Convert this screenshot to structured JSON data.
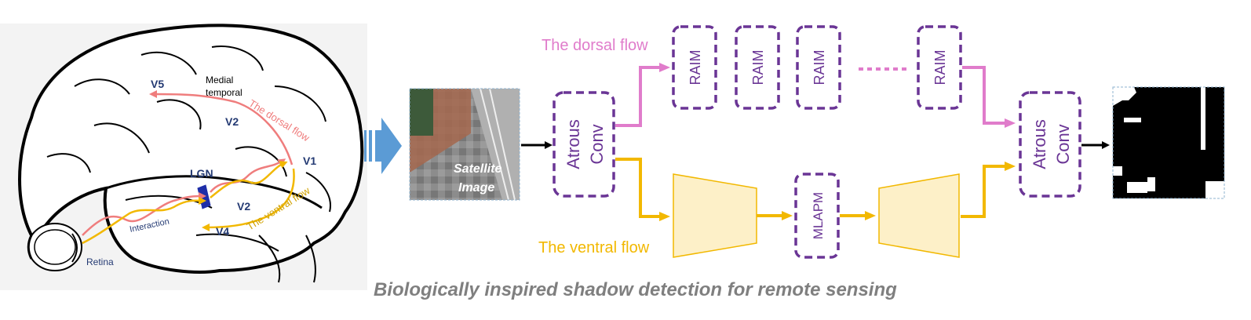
{
  "brain_panel": {
    "labels": {
      "v5": "V5",
      "medial_temporal": [
        "Medial",
        "temporal"
      ],
      "v2_top": "V2",
      "dorsal_flow": "The dorsal flow",
      "v1": "V1",
      "lgn": "LGN",
      "v2_bottom": "V2",
      "ventral_flow": "The ventral flow",
      "v4": "V4",
      "interaction": "Interaction",
      "retina": "Retina"
    }
  },
  "pipeline": {
    "input_label": [
      "Satellite",
      "Image"
    ],
    "dorsal_label": "The dorsal flow",
    "ventral_label": "The ventral flow",
    "atrous_left": [
      "Atrous",
      "Conv"
    ],
    "atrous_right": [
      "Atrous",
      "Conv"
    ],
    "raim_blocks": [
      "RAIM",
      "RAIM",
      "RAIM",
      "RAIM"
    ],
    "mlapm": "MLAPM"
  },
  "caption": "Biologically inspired shadow detection for remote sensing",
  "colors": {
    "dorsal": "#e07ccb",
    "ventral": "#f2b800",
    "block_border": "#6a3595",
    "brain_dorsal_arrow": "#ef7d7d",
    "brain_ventral_arrow": "#f2b800",
    "big_arrow": "#5b9bd5",
    "caption": "#7f7f7f",
    "trapezoid_fill": "#fdf0c8"
  }
}
